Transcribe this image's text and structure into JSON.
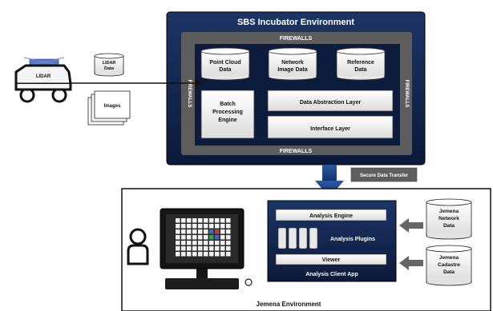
{
  "incubator": {
    "title": "SBS Incubator Environment",
    "firewall_label": "FIREWALLS",
    "stores": [
      "Point Cloud Data",
      "Network Image Data",
      "Reference Data"
    ],
    "batch_engine": "Batch Processing Engine",
    "abstraction_layer": "Data Abstraction Layer",
    "interface_layer": "Interface Layer"
  },
  "inputs": {
    "vehicle_label": "LIDAR",
    "lidar_data": "LIDAR Data",
    "images": "Images"
  },
  "transfer_label": "Secure Data Transfer",
  "jemena": {
    "title": "Jemena Environment",
    "analysis_engine": "Analysis Engine",
    "analysis_plugins": "Analysis Plugins",
    "viewer": "Viewer",
    "client_app": "Analysis Client App",
    "network_data": "Jemena Network Data",
    "cadastre_data": "Jemena Cadastre Data"
  },
  "colors": {
    "navy": "#0e2148",
    "gray": "#555555",
    "lightbox": "#eeeeee"
  }
}
